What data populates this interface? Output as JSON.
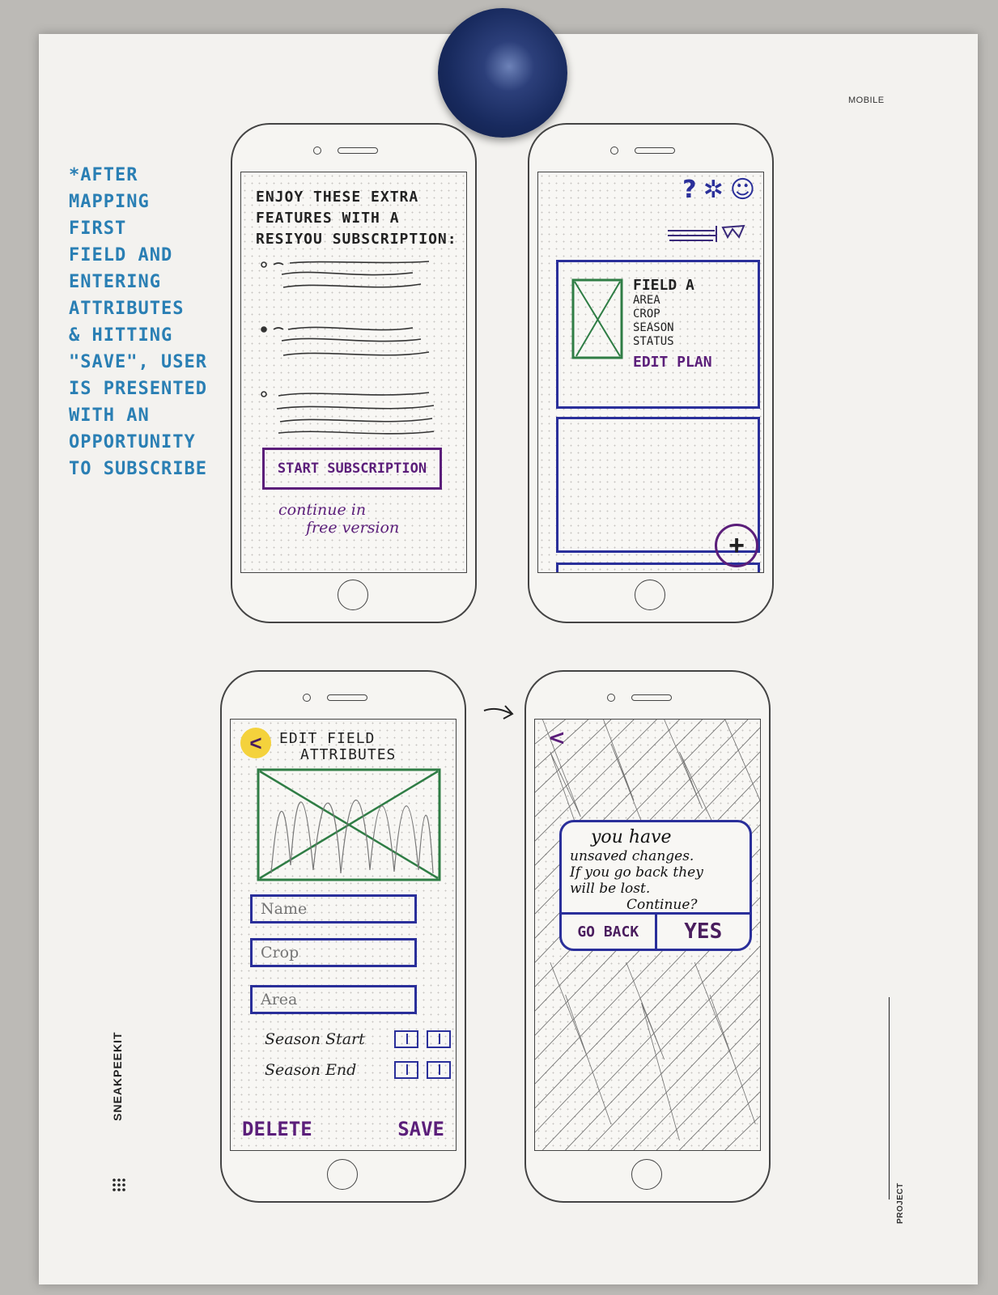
{
  "paper": {
    "tag": "MOBILE",
    "brand": "SNEAKPEEKIT",
    "project_label": "PROJECT"
  },
  "note": {
    "text": "*AFTER\nMAPPING\nFIRST\nFIELD AND\nENTERING\nATTRIBUTES\n& HITTING\n\"SAVE\", USER\nIS PRESENTED\nWITH AN\nOPPORTUNITY\nTO SUBSCRIBE"
  },
  "subscription_screen": {
    "title": "ENJOY THESE EXTRA FEATURES WITH A RESIYOU SUBSCRIPTION:",
    "start_button": "START SUBSCRIPTION",
    "continue_line1": "continue in",
    "continue_line2": "free version"
  },
  "fields_screen": {
    "help_icon": "?",
    "settings_icon": "✲",
    "profile_icon": "☺",
    "card": {
      "name": "FIELD A",
      "attributes": [
        "AREA",
        "CROP",
        "SEASON",
        "STATUS"
      ],
      "edit_link": "EDIT PLAN"
    },
    "fab_label": "+"
  },
  "edit_screen": {
    "back_label": "<",
    "title_line1": "EDIT FIELD",
    "title_line2": "ATTRIBUTES",
    "name_placeholder": "Name",
    "crop_placeholder": "Crop",
    "area_placeholder": "Area",
    "season_start": "Season Start",
    "season_end": "Season End",
    "delete_label": "DELETE",
    "save_label": "SAVE"
  },
  "confirm_screen": {
    "back_label": "<",
    "msg_line1": "you have",
    "msg_line2": "unsaved changes.",
    "msg_line3": "If you go back they",
    "msg_line4": "will be lost.",
    "msg_line5": "Continue?",
    "go_back_label": "GO BACK",
    "yes_label": "YES"
  }
}
